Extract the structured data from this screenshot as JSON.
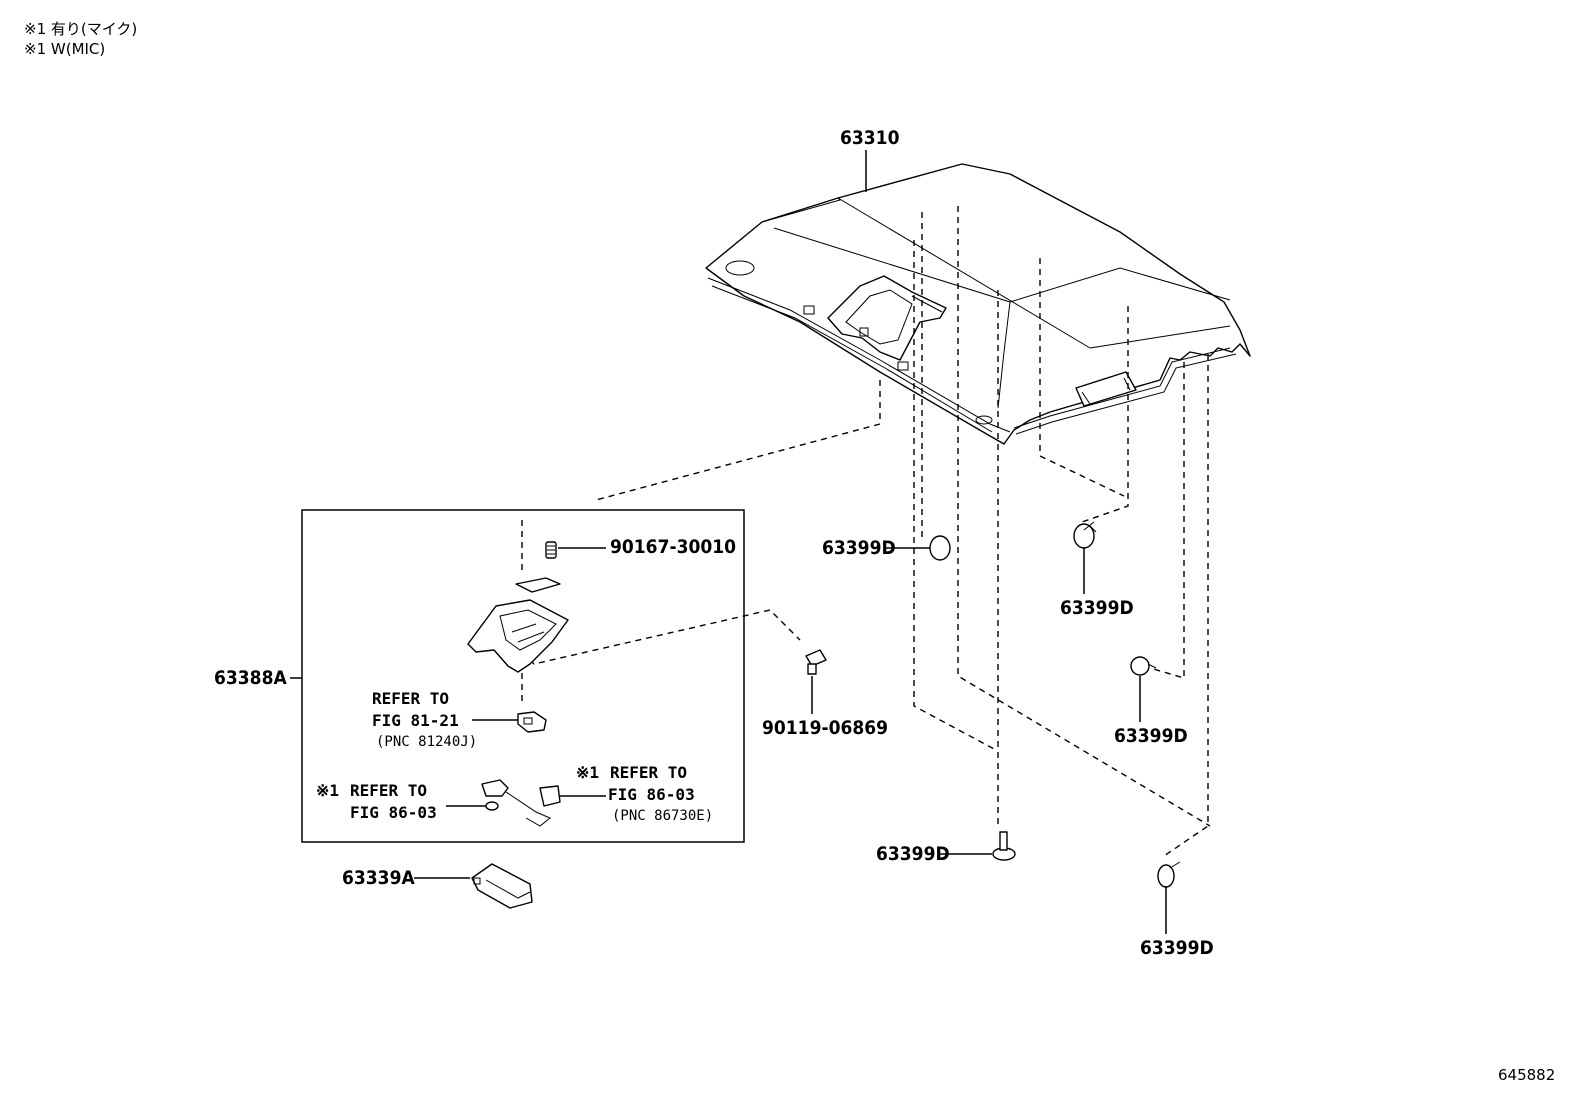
{
  "notes": {
    "line1": "※1 有り(マイク)",
    "line2": "※1 W(MIC)"
  },
  "parts": {
    "headliner": "63310",
    "clip_a": "63399D",
    "clip_b": "63399D",
    "clip_c": "63399D",
    "clip_d": "63399D",
    "clip_e": "63399D",
    "assembly": "63388A",
    "screw": "90167-30010",
    "clip_screw": "90119-06869",
    "cover": "63339A"
  },
  "references": {
    "ref1": {
      "line1": "REFER TO",
      "line2": "FIG 81-21",
      "line3": "(PNC 81240J)"
    },
    "ref2": {
      "prefix": "※1",
      "line1": "REFER TO",
      "line2": "FIG 86-03"
    },
    "ref3": {
      "prefix": "※1",
      "line1": "REFER TO",
      "line2": "FIG 86-03",
      "line3": "(PNC 86730E)"
    }
  },
  "figure_id": "645882"
}
